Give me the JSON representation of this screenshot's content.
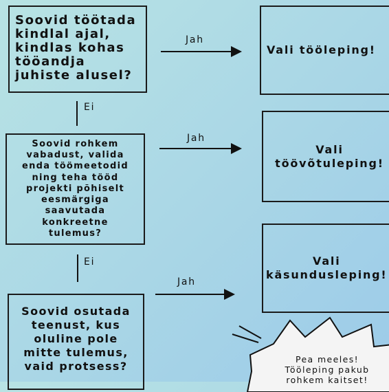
{
  "questions": {
    "q1": "Soovid töötada\nkindlal ajal,\nkindlas kohas\ntööandja\njuhiste alusel?",
    "q2": "Soovid rohkem\nvabadust, valida\nenda töömeetodid\nning teha tööd\nprojekti põhiselt\neesmärgiga\nsaavutada\nkonkreetne\ntulemus?",
    "q3": "Soovid osutada\nteenust, kus\noluline pole\nmitte tulemus,\nvaid protsess?"
  },
  "answers": {
    "a1": "Vali tööleping!",
    "a2": "Vali\ntöövõtuleping!",
    "a3": "Vali\nkäsundusleping!"
  },
  "labels": {
    "yes1": "Jah",
    "yes2": "Jah",
    "yes3": "Jah",
    "no1": "Ei",
    "no2": "Ei"
  },
  "note": "Pea meeles!\nTööleping pakub\nrohkem kaitset!"
}
